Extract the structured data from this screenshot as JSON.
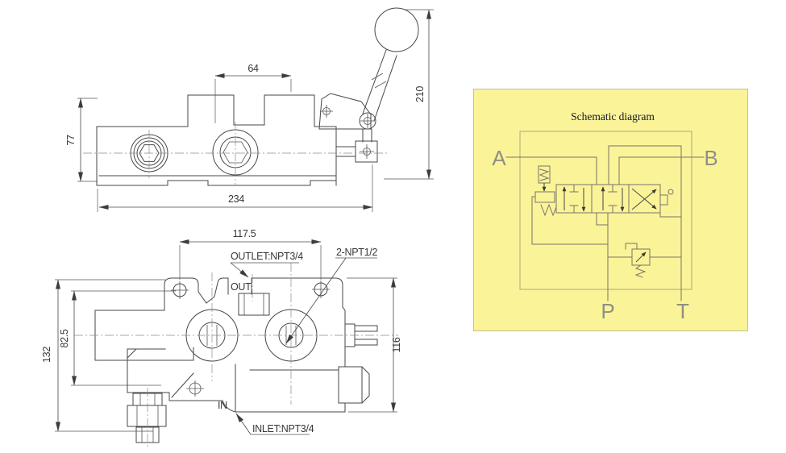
{
  "top_view": {
    "dim_spacing": "64",
    "dim_height": "77",
    "dim_lever_height": "210",
    "dim_length": "234"
  },
  "bottom_view": {
    "dim_width": "117.5",
    "dim_sub_height": "82.5",
    "dim_total_height": "132",
    "dim_side_height": "116",
    "label_out": "OUT",
    "label_in": "IN",
    "label_outlet": "OUTLET:NPT3/4",
    "label_inlet": "INLET:NPT3/4",
    "label_mount_ports": "2-NPT1/2"
  },
  "schematic": {
    "title": "Schematic diagram",
    "port_a": "A",
    "port_b": "B",
    "port_p": "P",
    "port_t": "T",
    "panel_bg": "#fbf398",
    "panel_border": "#c2c297",
    "line_color": "#76766a"
  }
}
